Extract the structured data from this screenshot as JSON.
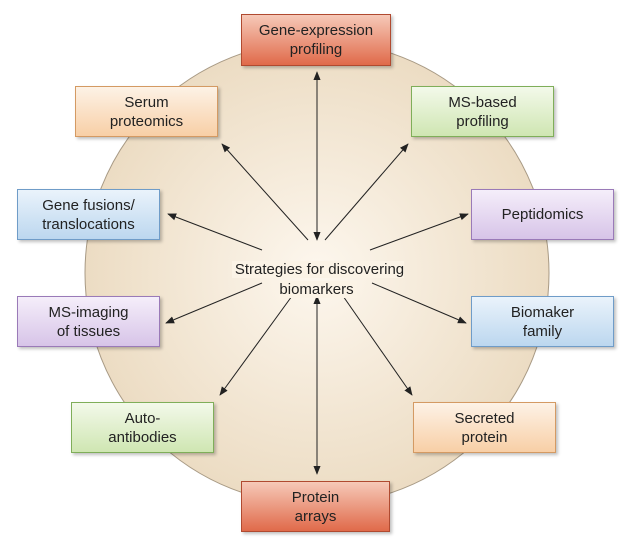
{
  "center": {
    "label": "Strategies for discovering\nbiomarkers"
  },
  "nodes": [
    {
      "id": "gene-expression-profiling",
      "label": "Gene-expression\nprofiling",
      "color": "red"
    },
    {
      "id": "ms-based-profiling",
      "label": "MS-based\nprofiling",
      "color": "green"
    },
    {
      "id": "peptidomics",
      "label": "Peptidomics",
      "color": "purple"
    },
    {
      "id": "biomaker-family",
      "label": "Biomaker\nfamily",
      "color": "blue"
    },
    {
      "id": "secreted-protein",
      "label": "Secreted\nprotein",
      "color": "orange"
    },
    {
      "id": "protein-arrays",
      "label": "Protein\narrays",
      "color": "red"
    },
    {
      "id": "auto-antibodies",
      "label": "Auto-\nantibodies",
      "color": "green"
    },
    {
      "id": "ms-imaging-of-tissues",
      "label": "MS-imaging\nof tissues",
      "color": "purple"
    },
    {
      "id": "gene-fusions-translocations",
      "label": "Gene fusions/\ntranslocations",
      "color": "blue"
    },
    {
      "id": "serum-proteomics",
      "label": "Serum\nproteomics",
      "color": "orange"
    }
  ],
  "palette": {
    "red": {
      "top": "#f6c9b8",
      "bottom": "#e06a4a",
      "border": "#b04a30"
    },
    "green": {
      "top": "#f3f9ea",
      "bottom": "#cfe6b2",
      "border": "#7fae59"
    },
    "purple": {
      "top": "#f5eefa",
      "bottom": "#d7c4e8",
      "border": "#9a7ab8"
    },
    "blue": {
      "top": "#eaf3fb",
      "bottom": "#bcd7ef",
      "border": "#6f9cc8"
    },
    "orange": {
      "top": "#fdf2e6",
      "bottom": "#f8cfa6",
      "border": "#d49a63"
    }
  },
  "colors": {
    "circle_center": "#fdf7ee",
    "circle_edge": "#ecdcc3",
    "circle_stroke": "#a89a85",
    "arrow": "#222222"
  }
}
